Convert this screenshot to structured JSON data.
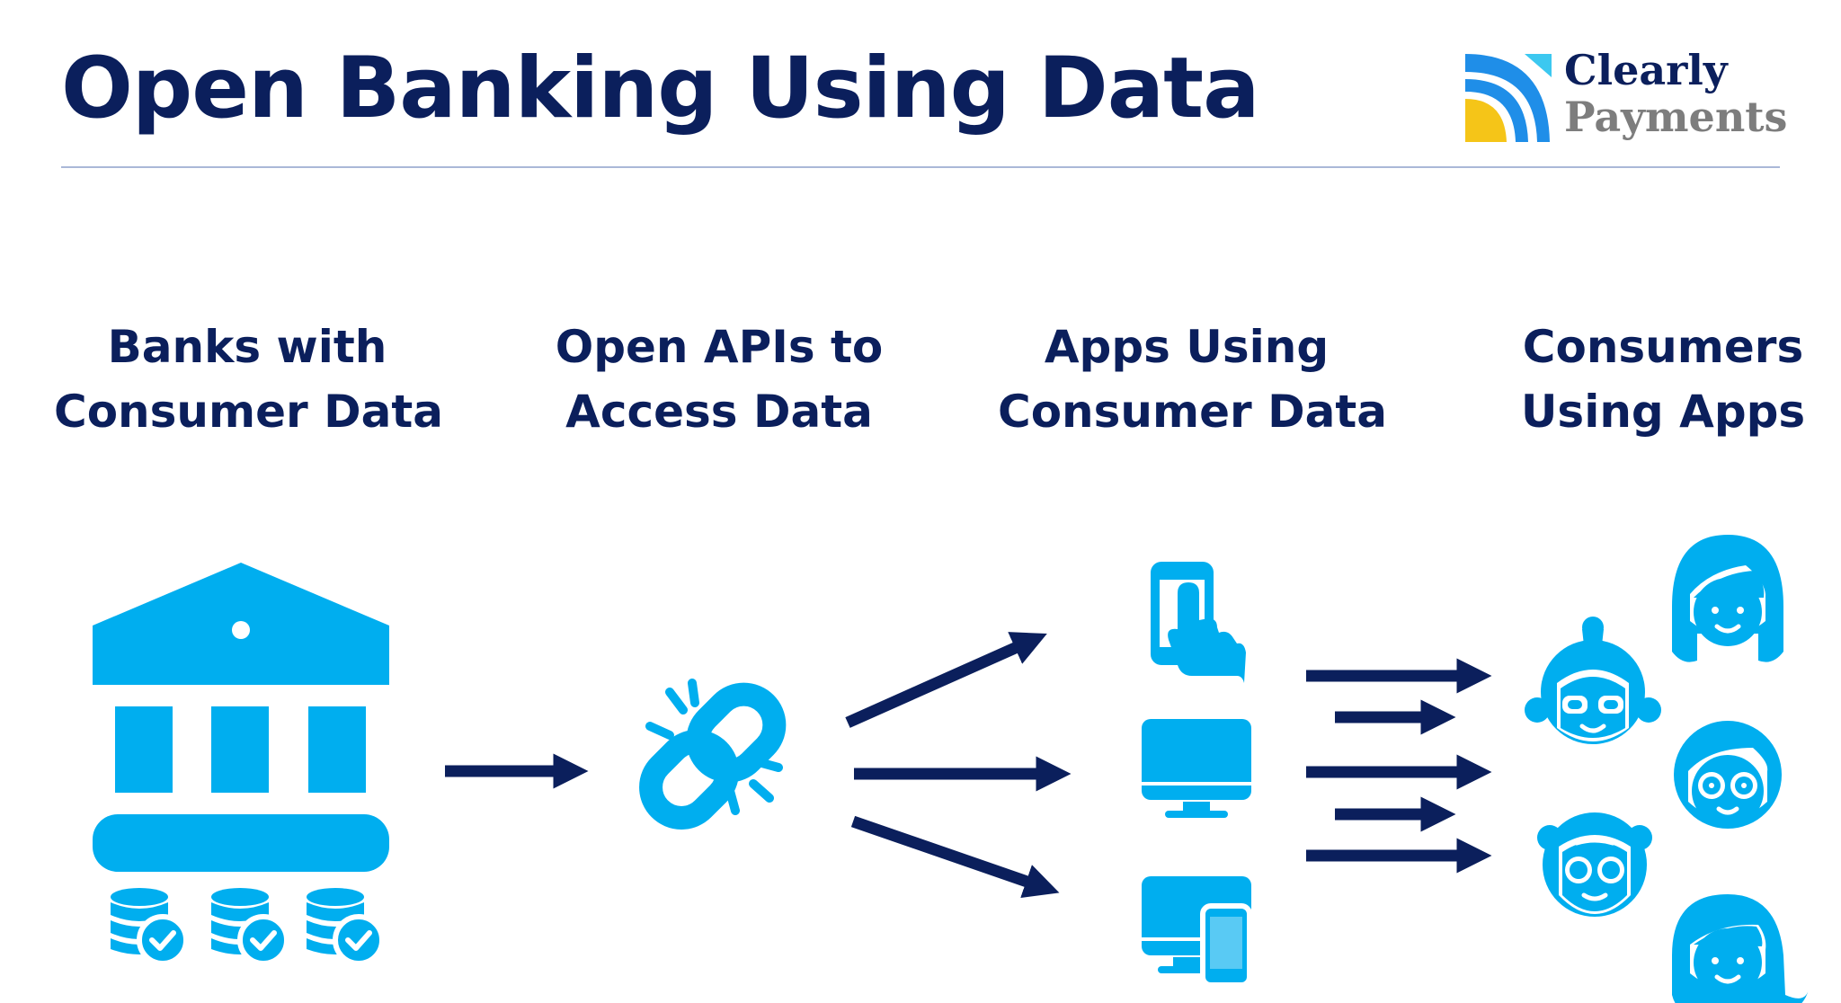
{
  "title": "Open Banking Using Data",
  "logo": {
    "line1": "Clearly",
    "line2": "Payments"
  },
  "columns": [
    {
      "line1": "Banks with",
      "line2": "Consumer Data"
    },
    {
      "line1": "Open APIs to",
      "line2": "Access Data"
    },
    {
      "line1": "Apps Using",
      "line2": "Consumer Data"
    },
    {
      "line1": "Consumers",
      "line2": "Using Apps"
    }
  ],
  "colors": {
    "title": "#0b1f5c",
    "icon": "#00aeef",
    "arrow": "#0b1f5c",
    "logo_yellow": "#f5c518",
    "logo_blue": "#1f8ee8",
    "logo_cyan": "#3cc8f0"
  },
  "icons": [
    "bank-icon",
    "database-check-icon",
    "broken-link-icon",
    "smartphone-touch-icon",
    "desktop-monitor-icon",
    "desktop-and-phone-icon",
    "elderly-woman-icon",
    "woman-icon",
    "person-glasses-icon",
    "elderly-man-icon",
    "woman-ponytail-icon"
  ]
}
